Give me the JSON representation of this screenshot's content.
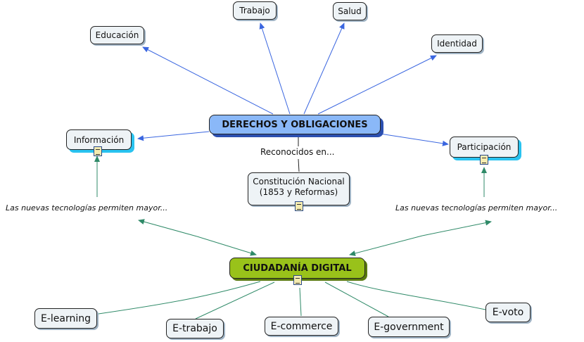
{
  "concepts": {
    "derechos": "DERECHOS Y OBLIGACIONES",
    "educacion": "Educación",
    "trabajo": "Trabajo",
    "salud": "Salud",
    "identidad": "Identidad",
    "informacion": "Información",
    "participacion": "Participación",
    "constitucion_1": "Constitución Nacional",
    "constitucion_2": "(1853 y Reformas)",
    "ciudadania": "CIUDADANÍA DIGITAL",
    "elearning": "E-learning",
    "etrabajo": "E-trabajo",
    "ecommerce": "E-commerce",
    "egovernment": "E-government",
    "evoto": "E-voto"
  },
  "linking_phrases": {
    "reconocidos": "Reconocidos en...",
    "tecnologias_left": "Las nuevas tecnologías permiten mayor...",
    "tecnologias_right": "Las nuevas tecnologías permiten mayor..."
  },
  "colors": {
    "main_blue": "#8ab8f8",
    "main_green": "#99c21a",
    "arrow_blue": "#3a66e0",
    "arrow_green": "#3a8a6a"
  }
}
